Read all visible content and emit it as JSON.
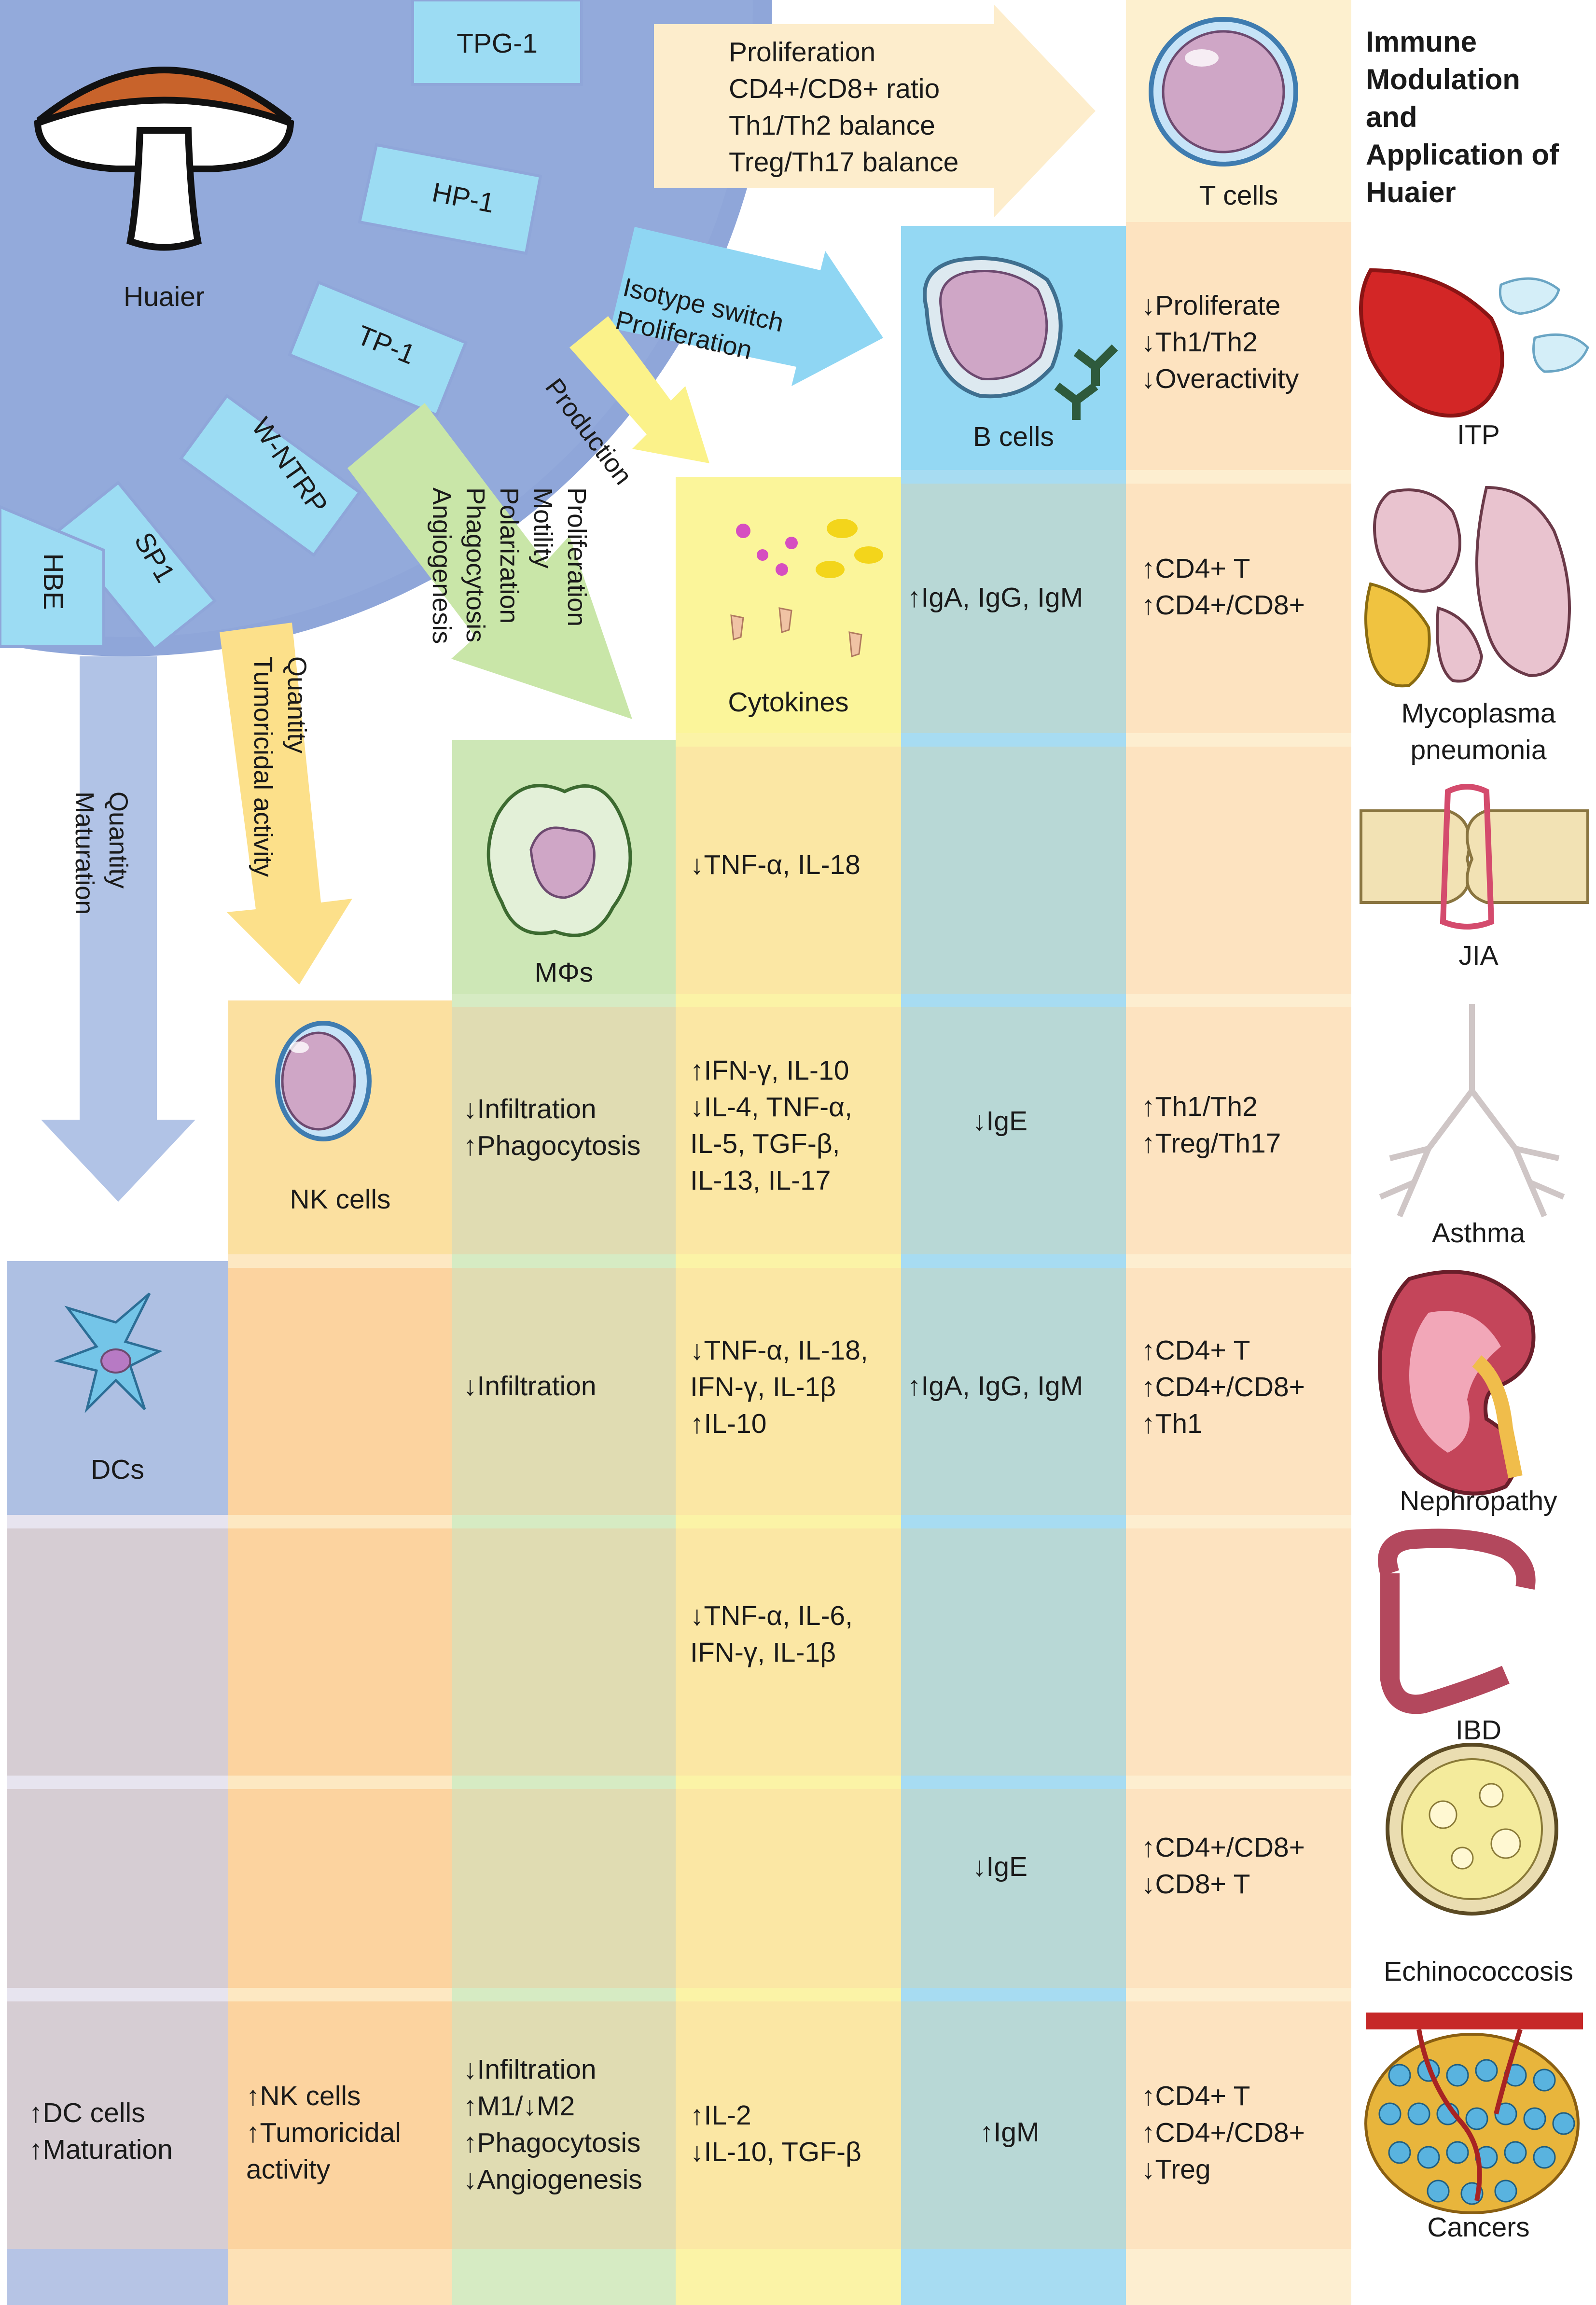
{
  "title": "Immune\nModulation\nand\nApplication of\nHuaier",
  "source": {
    "name": "Huaier",
    "polysaccharides": [
      "TPG-1",
      "HP-1",
      "TP-1",
      "W-NTRP",
      "SP1",
      "HBE"
    ]
  },
  "effects": {
    "t_cells": "Proliferation\nCD4+/CD8+ ratio\nTh1/Th2 balance\nTreg/Th17 balance",
    "b_cells": "Isotype switch\nProliferation",
    "cytokines": "Production",
    "macrophages": "Proliferation\nMotility\nPolarization\nPhagocytosis\nAngiogenesis",
    "nk_cells": "Quantity\nTumoricidal activity",
    "dcs": "Quantity\nMaturation"
  },
  "cells": {
    "t_cells": "T cells",
    "b_cells": "B cells",
    "cytokines": "Cytokines",
    "macrophages": "MΦs",
    "nk_cells": "NK cells",
    "dcs": "DCs"
  },
  "diseases": [
    "ITP",
    "Mycoplasma\npneumonia",
    "JIA",
    "Asthma",
    "Nephropathy",
    "IBD",
    "Echinococcosis",
    "Cancers"
  ],
  "cells_text": {
    "t_itp": "↓Proliferate\n↓Th1/Th2\n↓Overactivity",
    "b_myco": "↑IgA, IgG, IgM",
    "t_myco": "↑CD4+ T\n↑CD4+/CD8+",
    "cyto_jia": "↓TNF-α, IL-18",
    "mac_asthma": "↓Infiltration\n↑Phagocytosis",
    "cyto_asthma": "↑IFN-γ, IL-10\n↓IL-4, TNF-α,\nIL-5, TGF-β,\nIL-13, IL-17",
    "b_asthma": "↓IgE",
    "t_asthma": "↑Th1/Th2\n↑Treg/Th17",
    "mac_neph": "↓Infiltration",
    "cyto_neph": "↓TNF-α, IL-18,\nIFN-γ, IL-1β\n↑IL-10",
    "b_neph": "↑IgA, IgG, IgM",
    "t_neph": "↑CD4+ T\n↑CD4+/CD8+\n↑Th1",
    "cyto_ibd": "↓TNF-α, IL-6,\nIFN-γ, IL-1β",
    "b_echino": "↓IgE",
    "t_echino": "↑CD4+/CD8+\n↓CD8+ T",
    "dc_cancer": "↑DC cells\n↑Maturation",
    "nk_cancer": "↑NK cells\n↑Tumoricidal\nactivity",
    "mac_cancer": "↓Infiltration\n↑M1/↓M2\n↑Phagocytosis\n↓Angiogenesis",
    "cyto_cancer": "↑IL-2\n↓IL-10, TGF-β",
    "b_cancer": "↑IgM",
    "t_cancer": "↑CD4+ T\n↑CD4+/CD8+\n↓Treg"
  },
  "colors": {
    "t_column": "#fde6c4",
    "b_column": "#b7d9d9",
    "cyto_column": "#fbe9a2",
    "mac_column": "#e2ddb4",
    "nk_column": "#fcd5a1",
    "dc_column": "#d6cdd3",
    "huaier_disc": "#8da6d8",
    "polysaccharide_box": "#9ddbf2"
  }
}
